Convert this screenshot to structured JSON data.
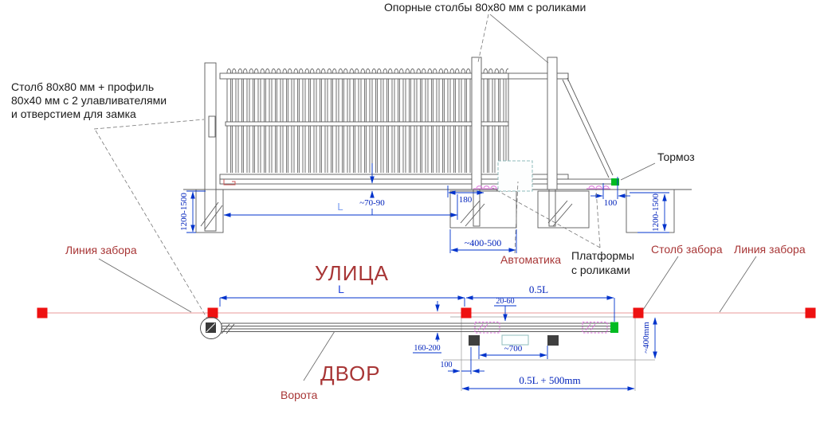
{
  "side": {
    "labels": {
      "support_posts": "Опорные столбы 80x80 мм с роликами",
      "catch_post_lines": [
        "Столб 80x80 мм + профиль",
        "80x40 мм с 2 улавливателями",
        "и отверстием для замка"
      ],
      "brake": "Тормоз",
      "automation": "Автоматика",
      "platforms_lines": [
        "Платформы",
        "с роликами"
      ]
    },
    "dims": {
      "depth_left": "1200-1500",
      "clearance": "~70-90",
      "opening": "L",
      "post_offset": "180",
      "brake_gap": "100",
      "depth_right": "1200-1500",
      "foundation_width": "~400-500"
    }
  },
  "plan": {
    "labels": {
      "street": "УЛИЦА",
      "yard": "ДВОР",
      "gate": "Ворота",
      "fence_line_left": "Линия забора",
      "fence_line_right": "Линия забора",
      "fence_post": "Столб забора"
    },
    "dims": {
      "opening": "L",
      "half_opening": "0.5L",
      "gap": "20-60",
      "fence_offset": "160-200",
      "post_gap": "100",
      "platform_spacing": "~700",
      "total_tail": "0.5L + 500mm",
      "zone_width": "~400mm"
    }
  },
  "colors": {
    "dimension_blue": "#0033cc",
    "label_dark_red": "#a83636",
    "drawing_gray": "#5a5a5a",
    "fence_line_red": "#e89898",
    "fence_post_red": "#ee1111",
    "brake_green": "#00bb22",
    "platform_pink": "#dd70dd",
    "automation_cyan": "#8fbcbc"
  }
}
